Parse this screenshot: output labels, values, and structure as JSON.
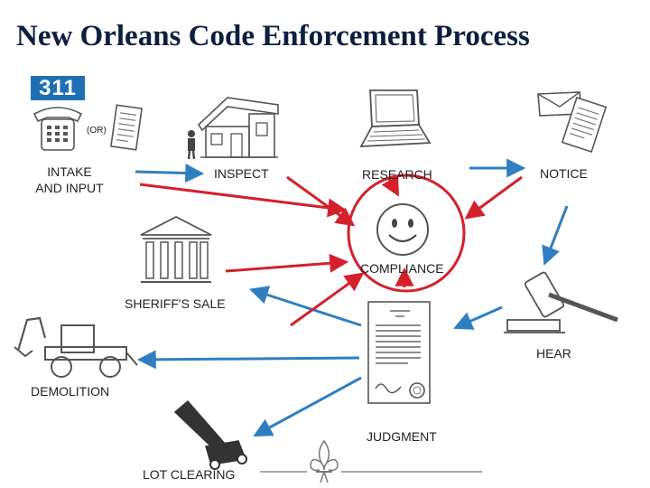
{
  "title": "New Orleans Code Enforcement Process",
  "logo_311": "311",
  "phone_or": "(OR)",
  "steps": {
    "intake": "INTAKE\nAND INPUT",
    "inspect": "INSPECT",
    "research": "RESEARCH",
    "notice": "NOTICE",
    "compliance": "COMPLIANCE",
    "sheriff_sale": "SHERIFF'S SALE",
    "hear": "HEAR",
    "demolition": "DEMOLITION",
    "judgment": "JUDGMENT",
    "lot_clearing": "LOT CLEARING"
  },
  "colors": {
    "title": "#0b1f3f",
    "red_arrow": "#d4202a",
    "blue_arrow": "#2f7fc0",
    "logo_blue": "#1f6fb5",
    "icon_gray": "#555555"
  }
}
